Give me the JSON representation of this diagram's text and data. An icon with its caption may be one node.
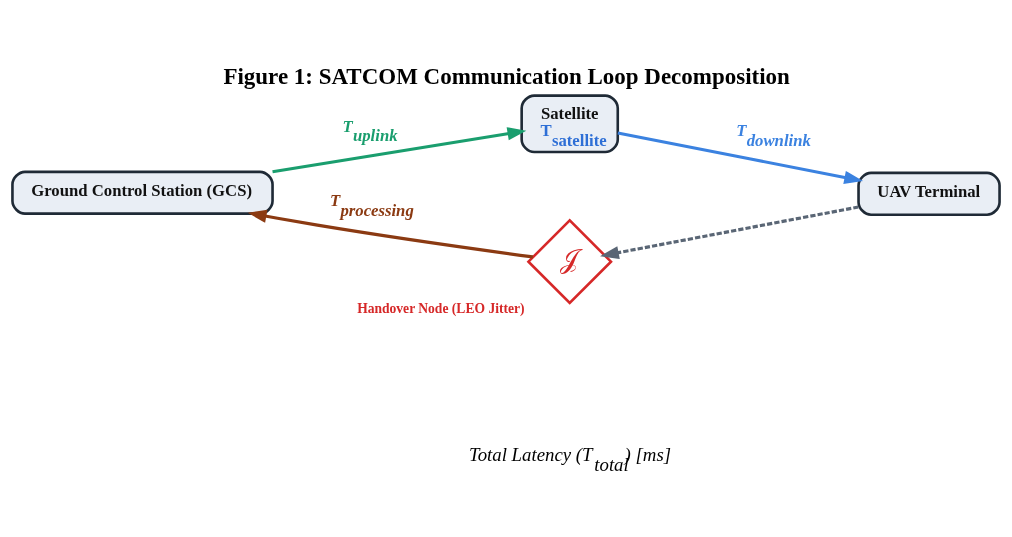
{
  "diagram": {
    "title": "Figure 1: SATCOM Communication Loop Decomposition",
    "caption": "Total Latency (T$_{total}$) [ms]",
    "nodes": [
      {
        "text": [
          "Ground Control Station (GCS)"
        ]
      },
      {
        "text": [
          "Satellite",
          "T$_{satellite}$"
        ]
      },
      {
        "text": [
          "UAV Terminal"
        ]
      },
      {
        "text": [
          "𝒥"
        ],
        "beside": [
          "Handover Node (LEO Jitter)"
        ]
      }
    ],
    "edges": [
      {
        "from": 0,
        "to": 1,
        "arrow": "to",
        "label": "T$_{uplink}$",
        "color": "#1a9e6e"
      },
      {
        "from": 1,
        "to": 2,
        "arrow": "to",
        "label": "T$_{downlink}$",
        "color": "#3b82e0"
      },
      {
        "from": 2,
        "to": 3,
        "arrow": "to",
        "style": "dashed",
        "color": "#5a6675"
      },
      {
        "from": 3,
        "to": 0,
        "arrow": "to",
        "label": "T$_{processing}$",
        "color": "#8b3a12"
      }
    ]
  }
}
